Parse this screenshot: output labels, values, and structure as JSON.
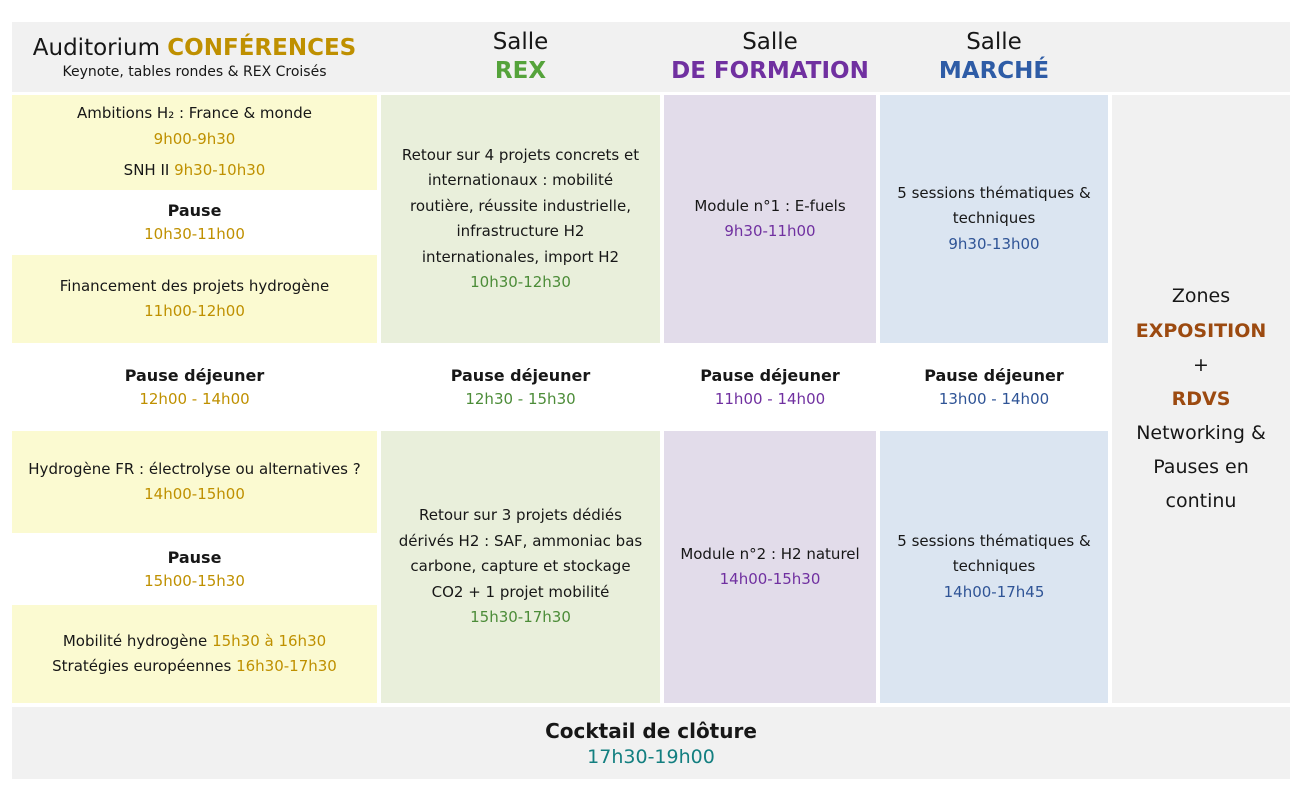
{
  "header": {
    "auditorium": {
      "title": "Auditorium",
      "accent": "CONFÉRENCES",
      "subtitle": "Keynote, tables rondes & REX Croisés"
    },
    "rex": {
      "title": "Salle",
      "accent": "REX"
    },
    "formation": {
      "title": "Salle",
      "accent": "DE FORMATION"
    },
    "marche": {
      "title": "Salle",
      "accent": "MARCHÉ"
    }
  },
  "auditorium": {
    "session1": {
      "title": "Ambitions H₂ : France & monde",
      "time": "9h00-9h30",
      "extra": "SNH II",
      "extra_time": "9h30-10h30"
    },
    "pause1": {
      "label": "Pause",
      "time": "10h30-11h00"
    },
    "session2": {
      "title": "Financement des projets hydrogène",
      "time": "11h00-12h00"
    },
    "lunch": {
      "label": "Pause déjeuner",
      "time": "12h00 - 14h00"
    },
    "session3": {
      "text": "Hydrogène FR : électrolyse ou alternatives ?",
      "time": "14h00-15h00"
    },
    "pause2": {
      "label": "Pause",
      "time": "15h00-15h30"
    },
    "session4a": {
      "text": "Mobilité hydrogène",
      "time": "15h30 à 16h30"
    },
    "session4b": {
      "text": "Stratégies européennes",
      "time": "16h30-17h30"
    }
  },
  "rex": {
    "session1": {
      "title": "Retour sur 4 projets concrets et\ninternationaux : mobilité\nroutière, réussite industrielle,\ninfrastructure H2\ninternationales, import H2",
      "time": "10h30-12h30"
    },
    "lunch": {
      "label": "Pause déjeuner",
      "time": "12h30 - 15h30"
    },
    "session2": {
      "title": "Retour sur 3 projets dédiés\ndérivés H2 : SAF, ammoniac bas\ncarbone, capture et stockage\nCO2 + 1 projet mobilité",
      "time": "15h30-17h30"
    }
  },
  "formation": {
    "session1": {
      "title": "Module n°1 : E-fuels",
      "time": "9h30-11h00"
    },
    "lunch": {
      "label": "Pause déjeuner",
      "time": "11h00 - 14h00"
    },
    "session2": {
      "title": "Module n°2 : H2 naturel",
      "time": "14h00-15h30"
    }
  },
  "marche": {
    "session1": {
      "title": "5 sessions thématiques &\ntechniques",
      "time": "9h30-13h00"
    },
    "lunch": {
      "label": "Pause déjeuner",
      "time": "13h00 - 14h00"
    },
    "session2": {
      "title": "5 sessions thématiques &\ntechniques",
      "time": "14h00-17h45"
    }
  },
  "zones": {
    "line1": "Zones",
    "accent1": "EXPOSITION",
    "plus": "+",
    "accent2": "RDVS",
    "tail": "Networking &\nPauses en\ncontinu"
  },
  "footer": {
    "title": "Cocktail de clôture",
    "time": "17h30-19h00"
  },
  "colors": {
    "header_bg": "#f1f1f1",
    "auditorium_bg": "#fbfad1",
    "rex_bg": "#e9efdb",
    "formation_bg": "#e2dcea",
    "marche_bg": "#dbe5f1",
    "zones_bg": "#f1f1f1",
    "auditorium_accent": "#bf9000",
    "rex_accent": "#55a33b",
    "formation_accent": "#7030a0",
    "marche_accent": "#2f5496",
    "zones_accent": "#9c4a10",
    "cocktail_accent": "#137f80"
  }
}
